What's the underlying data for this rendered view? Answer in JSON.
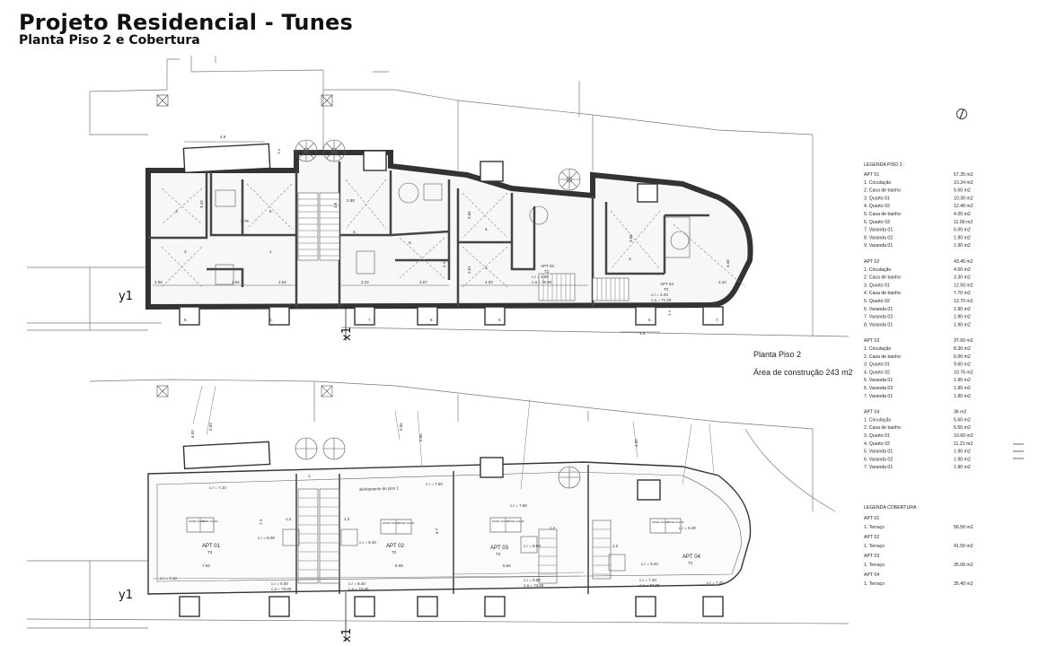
{
  "title": "Projeto Residencial - Tunes",
  "subtitle": "Planta Piso 2 e Cobertura",
  "floor_label": "Planta Piso 2",
  "area_label": "Área de construção 243 m2",
  "axis": {
    "x": "x1",
    "y": "y1"
  },
  "north_icon": "north-arrow-icon",
  "legend_floor": {
    "heading": "LEGENDA PISO 2 :",
    "apts": [
      {
        "name": "APT 01",
        "total": "57.35 m2",
        "items": [
          [
            "1. Circulação",
            "10.24 m2"
          ],
          [
            "2. Casa de banho",
            "5.60 m2"
          ],
          [
            "3. Quarto 01",
            "10.30 m2"
          ],
          [
            "4. Quarto 02",
            "12.40 m2"
          ],
          [
            "5. Casa de banho",
            "4.00 m2"
          ],
          [
            "6. Quarto 03",
            "11.00 m2"
          ],
          [
            "7. Varanda 01",
            "6.00 m2"
          ],
          [
            "8. Varanda 02",
            "1.90 m2"
          ],
          [
            "9. Varanda 01",
            "1.90 m2"
          ]
        ]
      },
      {
        "name": "APT 02",
        "total": "43.45 m2",
        "items": [
          [
            "1. Circulação",
            "4.50 m2"
          ],
          [
            "2. Casa de banho",
            "3.30 m2"
          ],
          [
            "3. Quarto 01",
            "12.50 m2"
          ],
          [
            "4. Casa de banho",
            "7.70 m2"
          ],
          [
            "5. Quarto 02",
            "12.70 m2"
          ],
          [
            "6. Varanda 01",
            "1.90 m2"
          ],
          [
            "7. Varanda 02",
            "1.90 m2"
          ],
          [
            "8. Varanda 01",
            "1.90 m2"
          ]
        ]
      },
      {
        "name": "APT 03",
        "total": "37.60 m2",
        "items": [
          [
            "1. Circulação",
            "8.30 m2"
          ],
          [
            "2. Casa de banho",
            "6.00 m2"
          ],
          [
            "3. Quarto 01",
            "9.60 m2"
          ],
          [
            "4. Quarto 02",
            "10.76 m2"
          ],
          [
            "5. Varanda 01",
            "1.90 m2"
          ],
          [
            "6. Varanda 02",
            "1.90 m2"
          ],
          [
            "7. Varanda 01",
            "1.90 m2"
          ]
        ]
      },
      {
        "name": "APT 04",
        "total": "36 m2",
        "items": [
          [
            "1. Circulação",
            "5.60 m2"
          ],
          [
            "2. Casa de banho",
            "6.50 m2"
          ],
          [
            "3. Quarto 01",
            "10.60 m2"
          ],
          [
            "4. Quarto 02",
            "11.21 m2"
          ],
          [
            "5. Varanda 01",
            "1.90 m2"
          ],
          [
            "6. Varanda 02",
            "1.90 m2"
          ],
          [
            "7. Varanda 01",
            "1.90 m2"
          ]
        ]
      }
    ]
  },
  "legend_roof": {
    "heading": "LEGENDA COBERTURA :",
    "apts": [
      {
        "name": "APT 01",
        "items": [
          [
            "1. Terraço",
            "56.50 m2"
          ]
        ]
      },
      {
        "name": "APT 02",
        "items": [
          [
            "1. Terraço",
            "41.50 m2"
          ]
        ]
      },
      {
        "name": "APT 03",
        "items": [
          [
            "1. Terraço",
            "35.00 m2"
          ]
        ]
      },
      {
        "name": "APT 04",
        "items": [
          [
            "1. Terraço",
            "35.40 m2"
          ]
        ]
      }
    ]
  },
  "floor_dims": [
    "4.9",
    "3.42",
    "2.79",
    "2.88",
    "3.6",
    "3.65",
    "4.13",
    "3.61",
    "3.96",
    "4.46",
    "2.95",
    "2.64",
    "2.04",
    "3.22",
    "3.07",
    "4.03",
    "2.44",
    "1.4",
    "1.1",
    "1.1"
  ],
  "floor_apts": [
    {
      "name": "APT 03",
      "type": "T2",
      "cr": "c.r = 3.80",
      "ca": "c.a = 70.80"
    },
    {
      "name": "APT 04",
      "type": "T2",
      "cr": "c.r = 4.20",
      "ca": "c.a = 71.20"
    }
  ],
  "roof_apts": [
    {
      "name": "APT 01",
      "type": "T3",
      "area": "7.84"
    },
    {
      "name": "APT 02",
      "type": "T2",
      "area": "8.08"
    },
    {
      "name": "APT 03",
      "type": "T2",
      "area": "5.94"
    },
    {
      "name": "APT 04",
      "type": "T2",
      "area": ""
    }
  ],
  "roof_levels": [
    "c.r = 7.10",
    "c.r = 7.50",
    "c.r = 7.60",
    "c.r = 8.30",
    "c.r = 8.00",
    "c.r = 8.40",
    "c.r = 8.80",
    "c.r = 9.20",
    "c.r = 7.10",
    "c.r = 6.00",
    "c.r = 6.40",
    "c.r = 6.80",
    "c.r = 7.20",
    "c.r = 7.20"
  ],
  "roof_ca": [
    "c.a = 73.00",
    "c.a = 73.40",
    "c.a = 73.80",
    "c.a = 74.20"
  ],
  "roof_note": "alinhamento do piso 1",
  "panel_label": "PAINEL SOLAR",
  "roof_dims": [
    "6.03",
    "5.03",
    "5.05",
    "5.05",
    "4.05",
    "1.2",
    "1.2",
    "1.2",
    "1.2",
    "7.4",
    "6.7",
    "1"
  ],
  "floor_room_numbers": [
    "1.",
    "2.",
    "3.",
    "4.",
    "5.",
    "6.",
    "7.",
    "8."
  ]
}
